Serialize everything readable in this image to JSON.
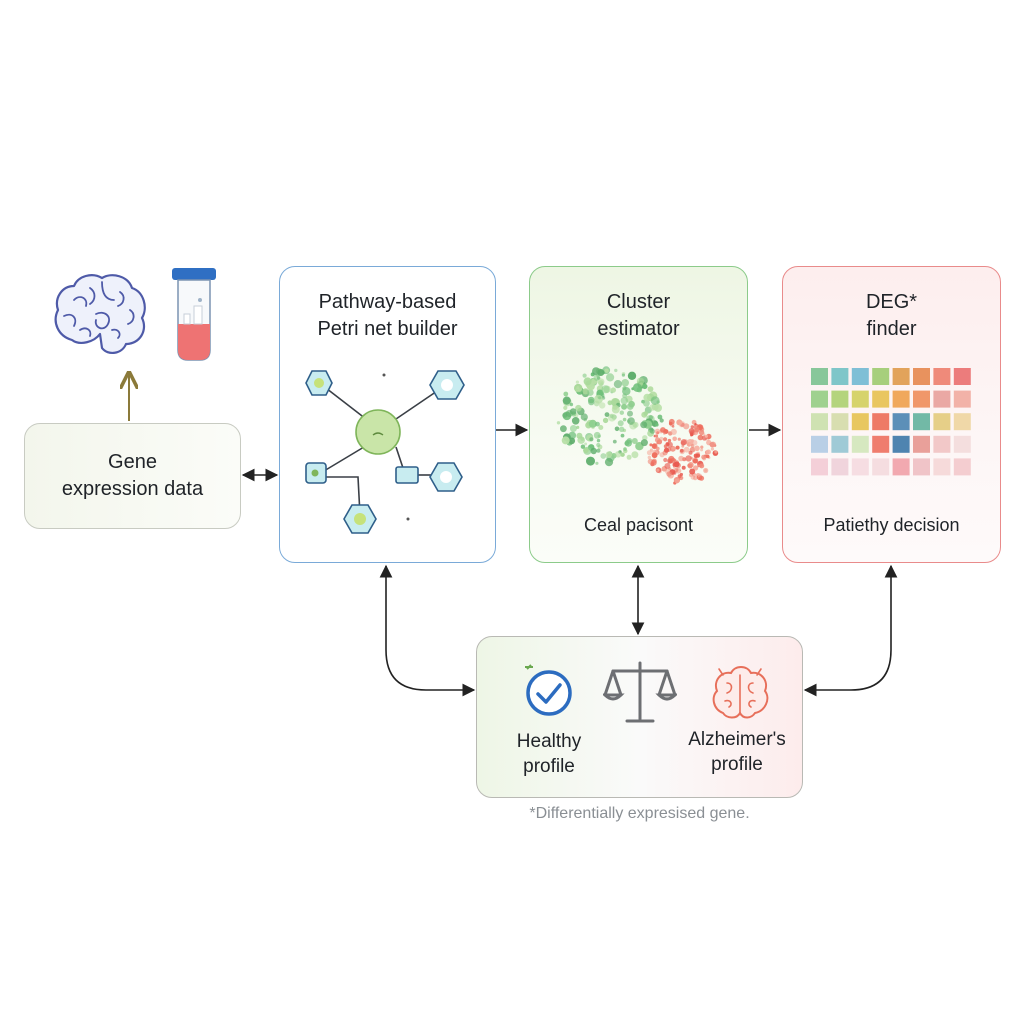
{
  "gene_box": {
    "title_line1": "Gene",
    "title_line2": "expression data"
  },
  "petri_box": {
    "title_line1": "Pathway-based",
    "title_line2": "Petri net builder"
  },
  "cluster_box": {
    "title_line1": "Cluster",
    "title_line2": "estimator",
    "caption": "Ceal pacisont"
  },
  "deg_box": {
    "title_line1": "DEG*",
    "title_line2": "finder",
    "caption": "Patiethy decision"
  },
  "profile_box": {
    "healthy_line1": "Healthy",
    "healthy_line2": "profile",
    "alz_line1": "Alzheimer's",
    "alz_line2": "profile"
  },
  "footnote": "*Differentially expresised gene.",
  "icons": [
    "brain-icon",
    "test-tube-icon",
    "checkmark-icon",
    "balance-scale-icon",
    "brain-alzheimers-icon"
  ],
  "colors": {
    "blue_accent": "#7aaad8",
    "green_accent": "#8ccb8a",
    "red_accent": "#e98b8b",
    "heatmap_rows": [
      [
        "#88c79a",
        "#7fc6c9",
        "#7fbfd6",
        "#a7cf7c",
        "#e2a35b",
        "#e8925e",
        "#ef8a7a",
        "#ec7c7c"
      ],
      [
        "#9fd18f",
        "#b4d47d",
        "#d6d36c",
        "#e9c65f",
        "#f0a85c",
        "#f0976a",
        "#eaa8a4",
        "#f2b2a8"
      ],
      [
        "#cfe2b2",
        "#d8deb0",
        "#e8c760",
        "#ee7a66",
        "#5c8fb8",
        "#72b9a6",
        "#e6cf88",
        "#f0d8a8"
      ],
      [
        "#b9cfe6",
        "#9fcad6",
        "#d6e8c0",
        "#ef7d6e",
        "#4f84b0",
        "#e9a09a",
        "#f2c8c8",
        "#f4dede"
      ],
      [
        "#f4cfd8",
        "#f0d4dc",
        "#f6dde2",
        "#f5dde0",
        "#f2a9b0",
        "#f0c4c8",
        "#f6dada",
        "#f4cdd0"
      ]
    ]
  }
}
